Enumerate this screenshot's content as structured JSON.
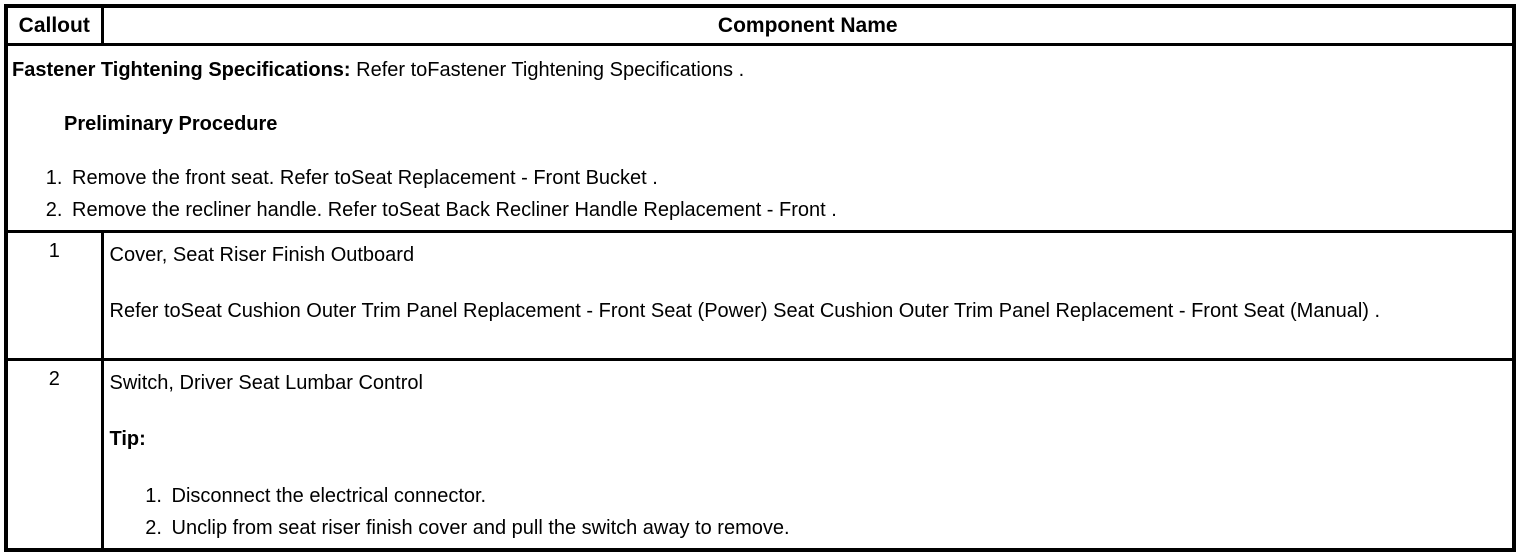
{
  "table": {
    "header": {
      "callout_label": "Callout",
      "component_label": "Component Name"
    },
    "spec_row": {
      "lead_bold": "Fastener Tightening Specifications:",
      "lead_text": " Refer toFastener Tightening Specifications .",
      "subheading": "Preliminary Procedure",
      "steps": [
        "Remove the front seat. Refer toSeat Replacement - Front Bucket .",
        "Remove the recliner handle. Refer toSeat Back Recliner Handle Replacement - Front ."
      ]
    },
    "rows": [
      {
        "callout": "1",
        "title": "Cover, Seat Riser Finish Outboard",
        "body": "Refer toSeat Cushion Outer Trim Panel Replacement - Front Seat (Power) Seat Cushion Outer Trim Panel Replacement - Front Seat (Manual) ."
      },
      {
        "callout": "2",
        "title": "Switch, Driver Seat Lumbar Control",
        "tip_label": "Tip:",
        "steps": [
          "Disconnect the electrical connector.",
          "Unclip from seat riser finish cover and pull the switch away to remove."
        ]
      }
    ]
  }
}
